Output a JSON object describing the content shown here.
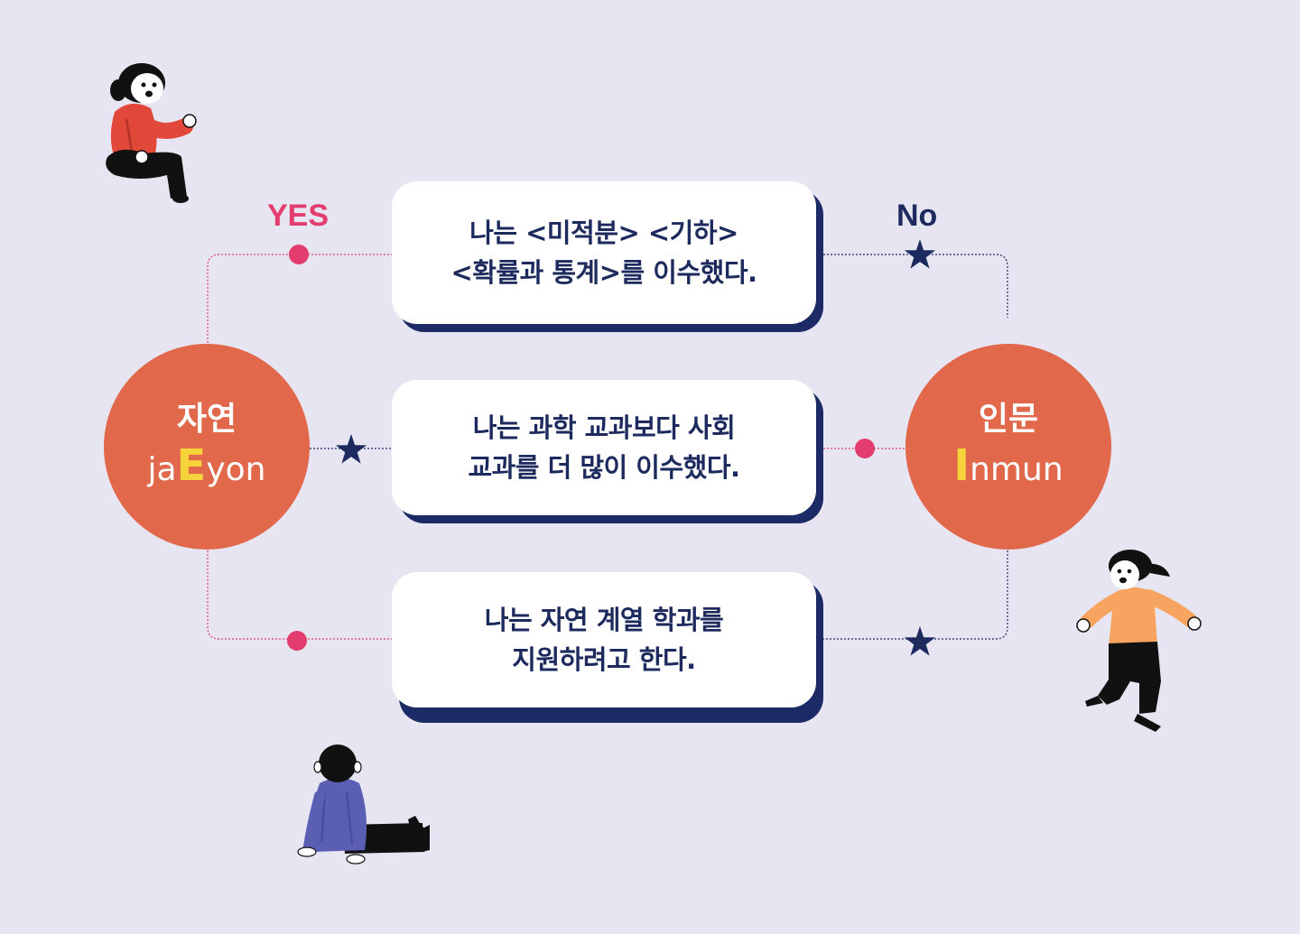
{
  "colors": {
    "background": "#e6e5f1",
    "circle": "#e1684a",
    "highlight": "#f6d33b",
    "navy": "#1d2a5e",
    "yes_pink": "#e23d6e",
    "box_shadow": "#1c2a66"
  },
  "labels": {
    "yes": "YES",
    "no": "No"
  },
  "nodes": {
    "left": {
      "kr": "자연",
      "en_before": "ja",
      "en_highlight": "E",
      "en_after": "yon"
    },
    "right": {
      "kr": "인문",
      "en_before": "",
      "en_highlight": "I",
      "en_after": "nmun"
    }
  },
  "questions": [
    {
      "line1": "나는 <미적분> <기하>",
      "line2": "<확률과 통계>를 이수했다.",
      "yes_side": "left",
      "no_side": "right"
    },
    {
      "line1": "나는 과학 교과보다 사회",
      "line2": "교과를 더 많이 이수했다.",
      "yes_side": "right",
      "no_side": "left"
    },
    {
      "line1": "나는 자연 계열 학과를",
      "line2": "지원하려고 한다.",
      "yes_side": "left",
      "no_side": "right"
    }
  ],
  "markers": {
    "yes": "dot",
    "no": "star"
  },
  "figures": [
    "person-red-sweater-sitting-icon",
    "person-orange-sweater-walking-icon",
    "person-purple-sweater-sitting-back-icon"
  ]
}
